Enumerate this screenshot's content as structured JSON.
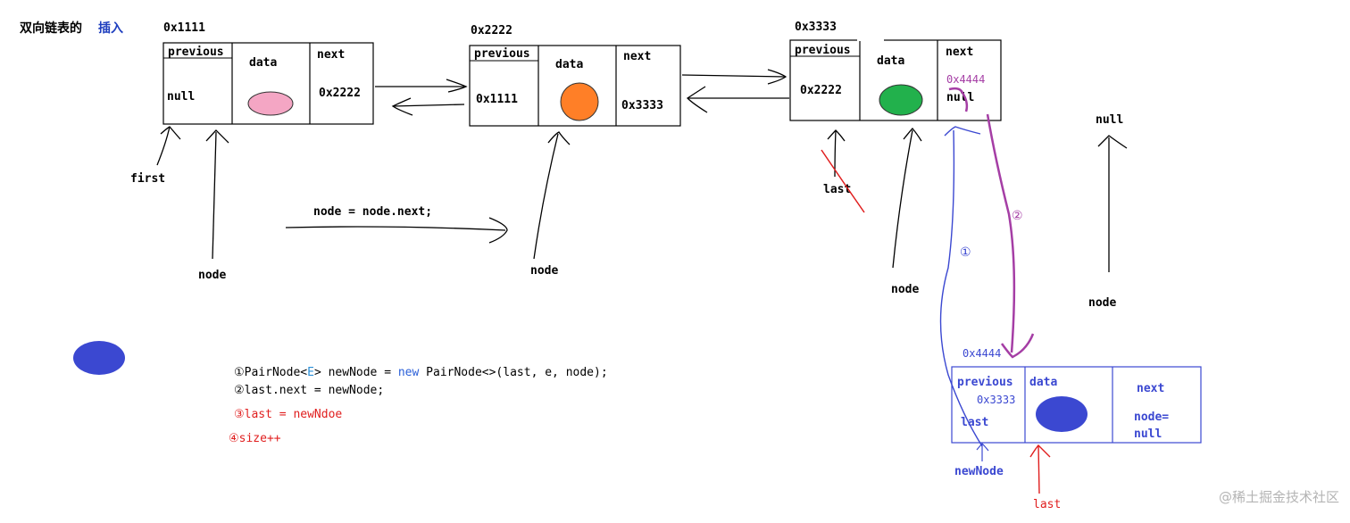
{
  "title": {
    "prefix": "双向链表的",
    "highlight": "插入",
    "highlight_color": "#1f3fbf"
  },
  "colors": {
    "pink": "#f4a6c4",
    "orange": "#ff7f27",
    "green": "#22b14c",
    "blue": "#3b48d1",
    "red": "#e01e1e",
    "purple": "#a53ea5",
    "navy": "#1f2fa8"
  },
  "nodes": [
    {
      "address": "0x1111",
      "previous_label": "previous",
      "previous_value": "null",
      "data_label": "data",
      "next_label": "next",
      "next_value": "0x2222",
      "data_icon": "pink-ellipse"
    },
    {
      "address": "0x2222",
      "previous_label": "previous",
      "previous_value": "0x1111",
      "data_label": "data",
      "next_label": "next",
      "next_value": "0x3333",
      "data_icon": "orange-circle"
    },
    {
      "address": "0x3333",
      "previous_label": "previous",
      "previous_value": "0x2222",
      "data_label": "data",
      "next_label": "next",
      "next_value": "null",
      "next_new_value": "0x4444",
      "data_icon": "green-ellipse"
    },
    {
      "address": "0x4444",
      "previous_label": "previous",
      "previous_value": "0x3333",
      "previous_new_value": "last",
      "data_label": "data",
      "next_label": "next",
      "next_value": "node=\nnull",
      "next_value_line1": "node=",
      "next_value_line2": "null",
      "data_icon": "blue-ellipse"
    }
  ],
  "labels": {
    "first": "first",
    "node1": "node",
    "node_step": "node = node.next;",
    "node2": "node",
    "last_crossed": "last",
    "node3": "node",
    "null_label": "null",
    "node4": "node",
    "step1_marker": "①",
    "step2_marker": "②",
    "newNode": "newNode",
    "last_new": "last"
  },
  "code": {
    "line1_prefix": "①PairNode<",
    "line1_type": "E",
    "line1_mid": "> newNode = ",
    "line1_new": "new",
    "line1_suffix": " PairNode<>(last, e, node);",
    "line2": "②last.next = newNode;",
    "line3": "③last = newNdoe",
    "line4": "④size++"
  },
  "watermark": "@稀土掘金技术社区"
}
